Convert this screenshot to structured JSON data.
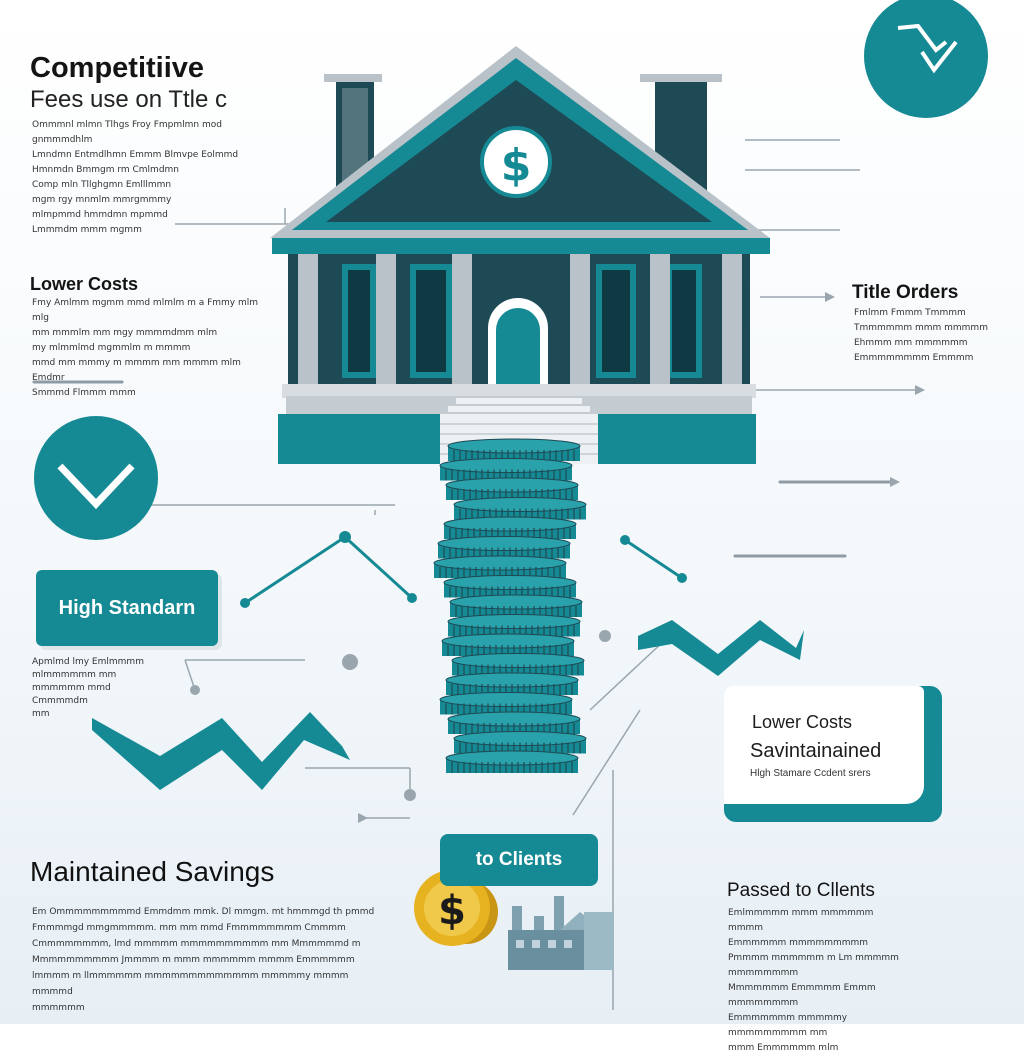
{
  "colors": {
    "teal": "#168a94",
    "dark_teal": "#1d4a55",
    "gray": "#b9c2c9",
    "gold": "#e6b21f"
  },
  "top_left": {
    "title": "Competitiive",
    "subtitle": "Fees use on Ttle c",
    "body": "Ommmnl mlmn Tlhgs Froy Fmpmlmn mod gnmmmdhlm\nLmndmn Entmdlhmn Emmm Blmvpe Eolmmd\nHmnmdn Bmmgm rm Cmlmdmn\nComp mln Tllghgmn Emlllmmn\nmgm rgy mnmlm mmrgmmmy\nmlmpmmd hmmdmn mpmmd\nLmmmdm mmm mgmm"
  },
  "lower_costs_left": {
    "title": "Lower Costs",
    "body": "Fmy Amlmm mgmm mmd mlmlm m a Fmmy mlm mlg\nmm mmmlm mm mgy mmmmdmm mlm\nmy mlmmlmd mgmmlm m mmmm\nmmd mm mmmy m mmmm mm mmmm mlm Emdmr\nSmmmd Flmmm mmm"
  },
  "high_standard_badge": {
    "label": "High Standarn"
  },
  "left_small_text": {
    "body": "Apmlmd lmy Emlmmmm\nmlmmmmmm mm\nmmmmmm mmd\nCmmmmdm\nmm"
  },
  "title_orders": {
    "title": "Title Orders",
    "body": "Fmlmm Fmmm Tmmmm\nTmmmmmm mmm mmmmm\nEhmmm mm mmmmmm\nEmmmmmmmm Emmmm"
  },
  "right_badge": {
    "line1": "Lower Costs",
    "line2": "Savintainained",
    "line3": "Hlgh Stamare Ccdent srers"
  },
  "center_badge": {
    "label": "to Clients"
  },
  "maintained_savings": {
    "title": "Maintained Savings",
    "body": "Em Ommmmmmmmmd Emmdmm mmk. Dl mmgm. mt hmmmgd th pmmd\nFmmmmgd mmgmmmmm. mm mm mmd Fmmmmmmmm Cmmmm\nCmmmmmmmm, lmd mmmmm mmmmmmmmmm mm Mmmmmmd m\nMmmmmmmmmm Jmmmm m mmm mmmmmm mmmm Emmmmmm\nlmmmm m llmmmmmm mmmmmmmmmmmmm mmmmmy mmmm mmmmd\nmmmmmm"
  },
  "passed_to_clients": {
    "title": "Passed to Cllents",
    "body": "Emlmmmmm mmm mmmmmm mmmm\nEmmmmmm mmmmmmmmm\nPmmmm mmmmmm m Lm mmmmm mmmmmmmm\nMmmmmmm Emmmmm Emmm mmmmmmmm\nEmmmmmmm mmmmmy mmmmmmmmm mm\nmmm Emmmmmm mlm"
  },
  "icons": {
    "building": "bank-building-icon",
    "dollar_circle": "dollar-circle-icon",
    "check_circle": "chevron-check-icon",
    "arrow_circle": "trend-arrow-icon",
    "coin_stack": "coin-stack-icon",
    "gold_coin": "gold-dollar-coin-icon",
    "factory": "factory-icon"
  }
}
